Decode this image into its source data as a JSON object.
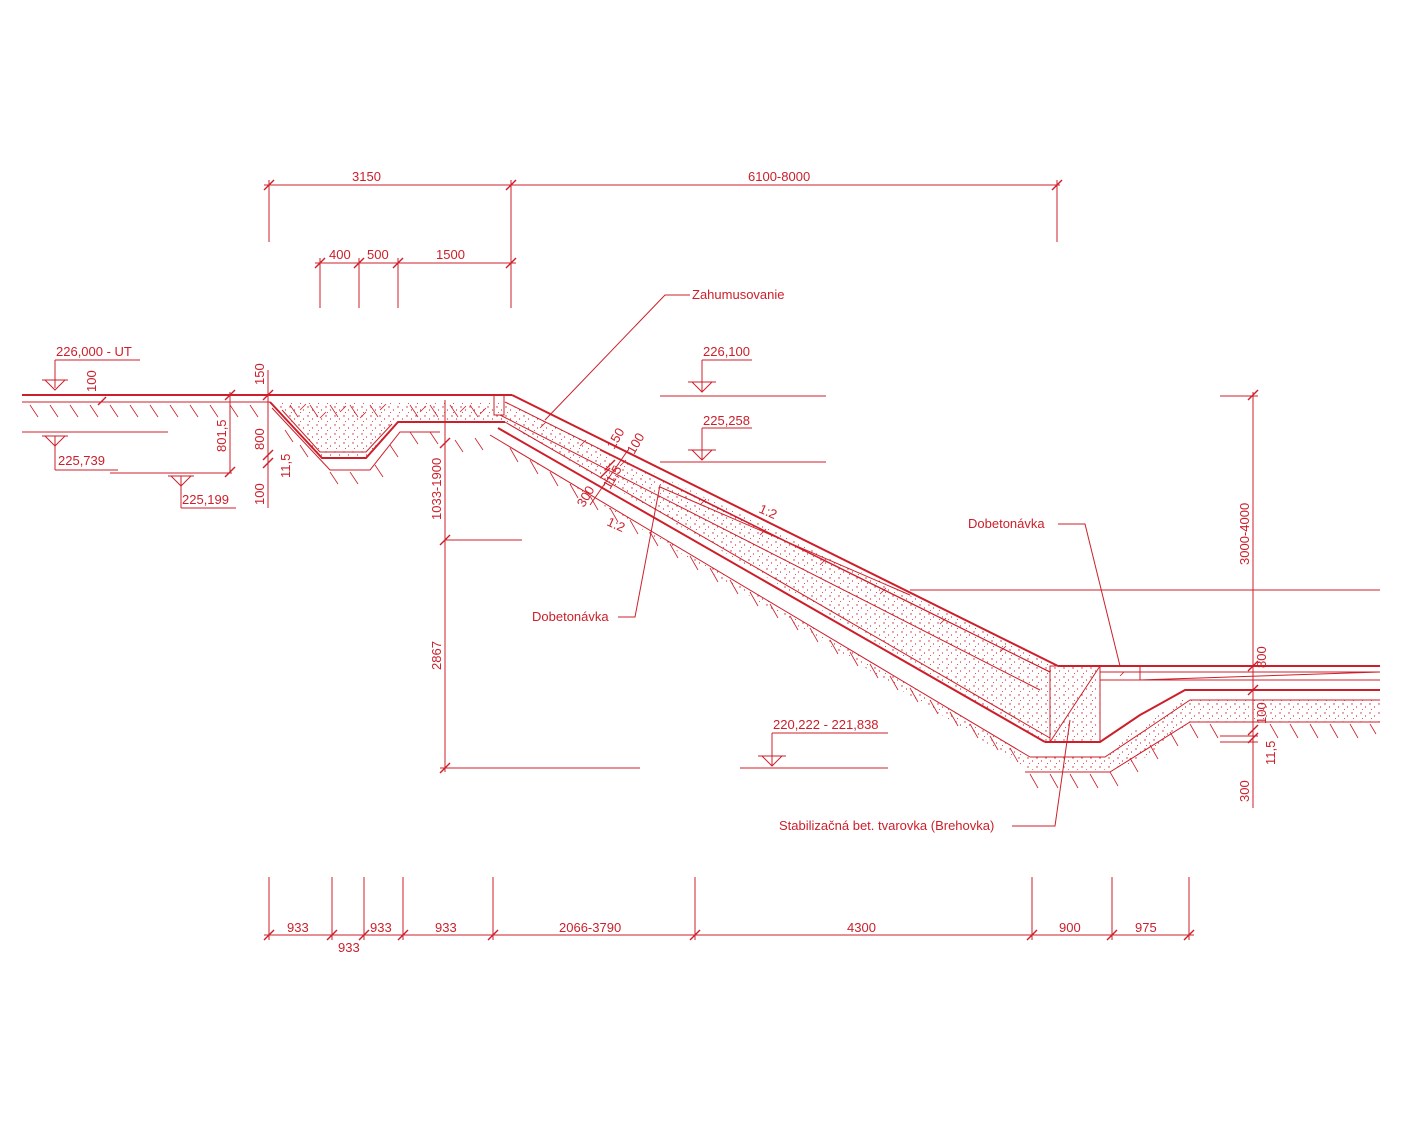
{
  "drawing": {
    "line_color": "#cc1f2a",
    "background": "#ffffff",
    "dimensions_top": {
      "d3150": "3150",
      "d6100_8000": "6100-8000",
      "d400": "400",
      "d500": "500",
      "d1500": "1500"
    },
    "levels": {
      "l226000_ut": "226,000 - UT",
      "l225739": "225,739",
      "l225199": "225,199",
      "l226100": "226,100",
      "l225258": "225,258",
      "l220222": "220,222 - 221,838"
    },
    "labels": {
      "zahumusovanie": "Zahumusovanie",
      "dobetonavka_left": "Dobetonávka",
      "dobetonavka_right": "Dobetonávka",
      "stabilizacna": "Stabilizačná bet. tvarovka (Brehovka)"
    },
    "vertical_dims": {
      "v100_top": "100",
      "v150": "150",
      "v801_5": "801,5",
      "v800_left": "800",
      "v11_5_left": "11,5",
      "v100_left": "100",
      "v1033_1900": "1033-1900",
      "v2867": "2867",
      "v3000_4000": "3000-4000",
      "v800_right": "800",
      "v100_right": "100",
      "v11_5_right": "11,5",
      "v300_right": "300"
    },
    "slope_dims": {
      "s150": "150",
      "s100": "100",
      "s300": "300",
      "s11_5": "11,5",
      "ratio_lower": "1:2",
      "ratio_upper": "1:2"
    },
    "dimensions_bottom": {
      "b933_1": "933",
      "b933_2": "933",
      "b933_3": "933",
      "b933_4": "933",
      "b2066_3790": "2066-3790",
      "b4300": "4300",
      "b900": "900",
      "b975": "975"
    }
  }
}
